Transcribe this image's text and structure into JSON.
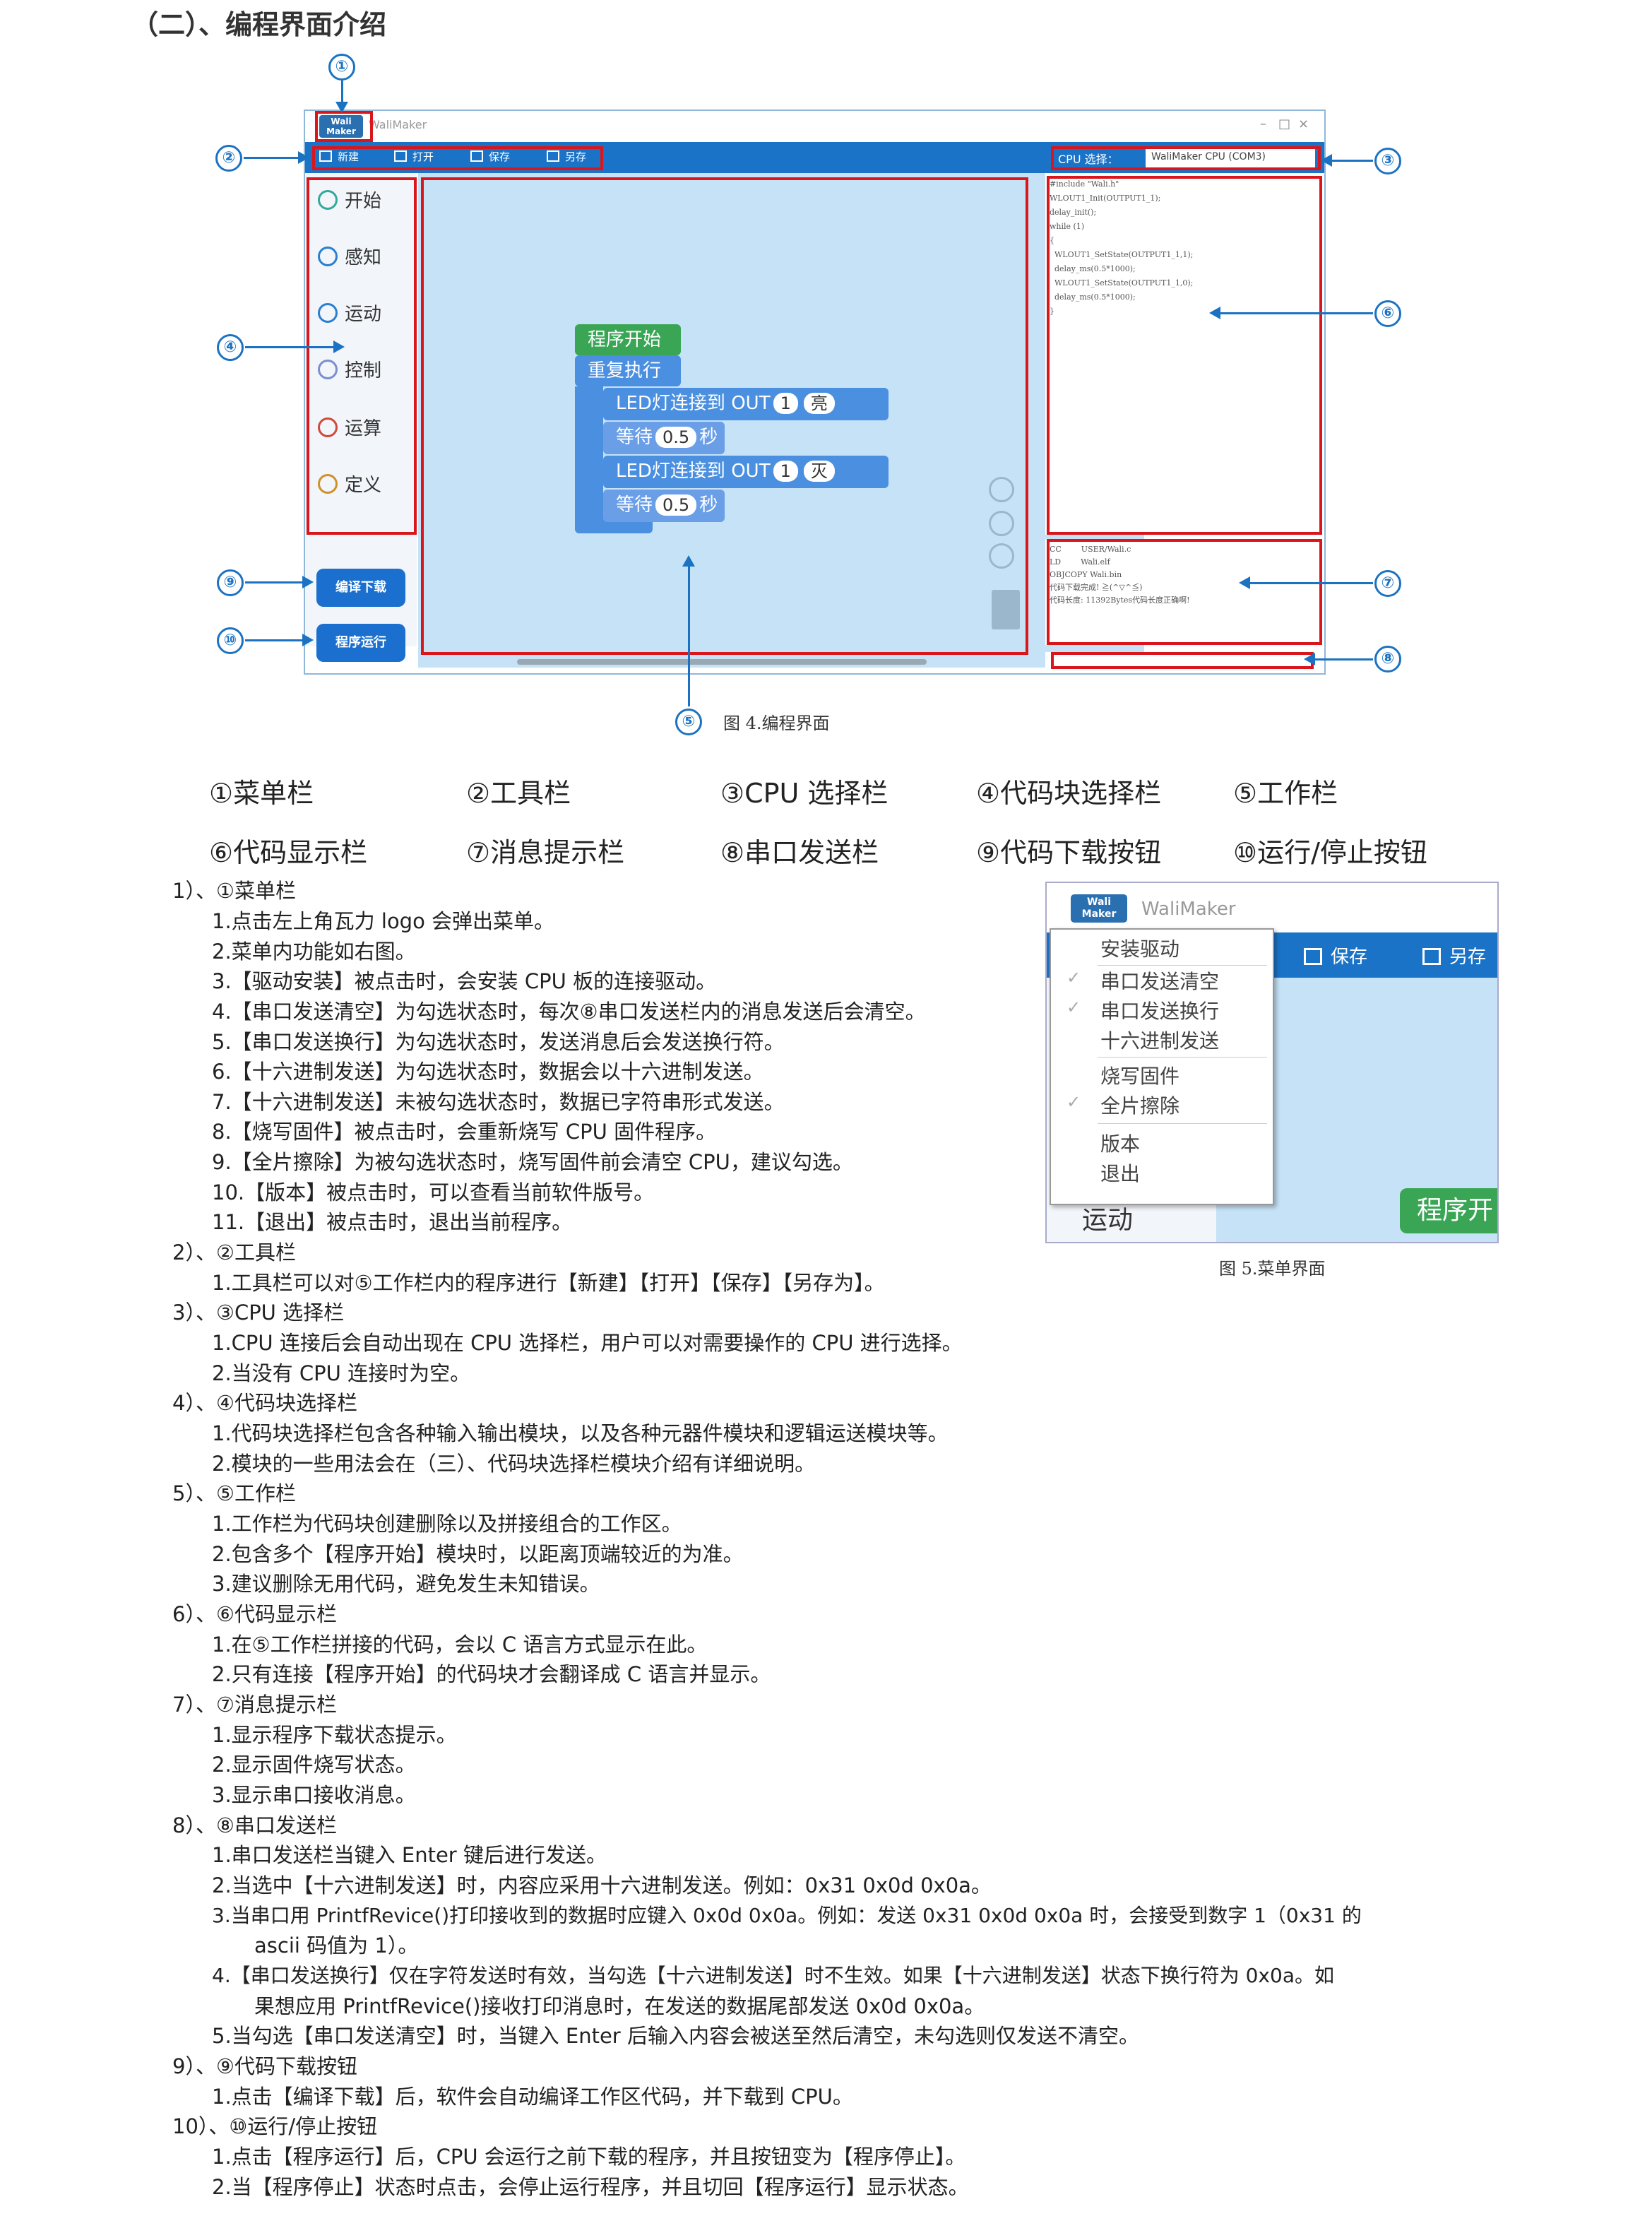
{
  "heading": "（二）、编程界面介绍",
  "figure4": {
    "app_title": "WaliMaker",
    "logo_text": "Wali Maker",
    "window_controls": [
      "–",
      "□",
      "×"
    ],
    "toolbar": [
      "新建",
      "打开",
      "保存",
      "另存"
    ],
    "cpu_label": "CPU 选择：",
    "cpu_value": "WaliMaker CPU (COM3)",
    "sidebar": [
      "开始",
      "感知",
      "运动",
      "控制",
      "运算",
      "定义"
    ],
    "buttons": [
      "编译下载",
      "程序运行"
    ],
    "blocks": {
      "start": "程序开始",
      "repeat": "重复执行",
      "led_prefix": "LED灯连接到 OUT",
      "led_port": "1",
      "on": "亮",
      "off": "灭",
      "wait": "等待",
      "wait_value": "0.5",
      "wait_unit": "秒"
    },
    "code_text": "#include \"Wali.h\"\nWLOUT1_Init(OUTPUT1_1);\ndelay_init();\nwhile (1)\n{\n  WLOUT1_SetState(OUTPUT1_1,1);\n  delay_ms(0.5*1000);\n  WLOUT1_SetState(OUTPUT1_1,0);\n  delay_ms(0.5*1000);\n}",
    "message_text": "CC        USER/Wali.c\nLD        Wali.elf\nOBJCOPY Wali.bin\n代码下载完成! ≧(^▽^≦)\n代码长度: 11392Bytes代码长度正确啊!",
    "markers": [
      "①",
      "②",
      "③",
      "④",
      "⑤",
      "⑥",
      "⑦",
      "⑧",
      "⑨",
      "⑩"
    ],
    "caption": "图 4.编程界面"
  },
  "legend": [
    "①菜单栏",
    "②工具栏",
    "③CPU 选择栏",
    "④代码块选择栏",
    "⑤工作栏",
    "⑥代码显示栏",
    "⑦消息提示栏",
    "⑧串口发送栏",
    "⑨代码下载按钮",
    "⑩运行/停止按钮"
  ],
  "figure5": {
    "app_title": "WaliMaker",
    "logo_text": "Wali Maker",
    "toolbar": [
      "保存",
      "另存"
    ],
    "menu_items": [
      "安装驱动",
      "串口发送清空",
      "串口发送换行",
      "十六进制发送",
      "烧写固件",
      "全片擦除",
      "版本",
      "退出"
    ],
    "checkmark": "✓",
    "sidebar_item": "运动",
    "block": "程序开",
    "caption": "图 5.菜单界面"
  },
  "text_lines": [
    "1）、①菜单栏",
    "1.点击左上角瓦力 logo 会弹出菜单。",
    "2.菜单内功能如右图。",
    "3.【驱动安装】被点击时，会安装 CPU 板的连接驱动。",
    "4.【串口发送清空】为勾选状态时，每次⑧串口发送栏内的消息发送后会清空。",
    "5.【串口发送换行】为勾选状态时，发送消息后会发送换行符。",
    "6.【十六进制发送】为勾选状态时，数据会以十六进制发送。",
    "7.【十六进制发送】未被勾选状态时，数据已字符串形式发送。",
    "8.【烧写固件】被点击时，会重新烧写 CPU 固件程序。",
    "9.【全片擦除】为被勾选状态时，烧写固件前会清空 CPU，建议勾选。",
    "10.【版本】被点击时，可以查看当前软件版号。",
    "11.【退出】被点击时，退出当前程序。",
    "2）、②工具栏",
    "1.工具栏可以对⑤工作栏内的程序进行【新建】【打开】【保存】【另存为】。",
    "3）、③CPU 选择栏",
    "1.CPU 连接后会自动出现在 CPU 选择栏，用户可以对需要操作的 CPU 进行选择。",
    "2.当没有 CPU 连接时为空。",
    "4）、④代码块选择栏",
    "1.代码块选择栏包含各种输入输出模块，以及各种元器件模块和逻辑运送模块等。",
    "2.模块的一些用法会在（三）、代码块选择栏模块介绍有详细说明。",
    "5）、⑤工作栏",
    "1.工作栏为代码块创建删除以及拼接组合的工作区。",
    "2.包含多个【程序开始】模块时，以距离顶端较近的为准。",
    "3.建议删除无用代码，避免发生未知错误。",
    "6）、⑥代码显示栏",
    "1.在⑤工作栏拼接的代码，会以 C 语言方式显示在此。",
    "2.只有连接【程序开始】的代码块才会翻译成 C 语言并显示。",
    "7）、⑦消息提示栏",
    "1.显示程序下载状态提示。",
    "2.显示固件烧写状态。",
    "3.显示串口接收消息。",
    "8）、⑧串口发送栏",
    "1.串口发送栏当键入 Enter 键后进行发送。",
    "2.当选中【十六进制发送】时，内容应采用十六进制发送。例如：0x31 0x0d 0x0a。",
    "3.当串口用 PrintfRevice()打印接收到的数据时应键入 0x0d 0x0a。例如：发送 0x31 0x0d 0x0a 时，会接受到数字 1（0x31 的",
    "ascii 码值为 1）。",
    "4.【串口发送换行】仅在字符发送时有效，当勾选【十六进制发送】时不生效。如果【十六进制发送】状态下换行符为 0x0a。如",
    "果想应用 PrintfRevice()接收打印消息时，在发送的数据尾部发送 0x0d 0x0a。",
    "5.当勾选【串口发送清空】时，当键入 Enter 后输入内容会被送至然后清空，未勾选则仅发送不清空。",
    "9）、⑨代码下载按钮",
    "1.点击【编译下载】后，软件会自动编译工作区代码，并下载到 CPU。",
    "10）、⑩运行/停止按钮",
    "1.点击【程序运行】后，CPU 会运行之前下载的程序，并且按钮变为【程序停止】。",
    "2.当【程序停止】状态时点击，会停止运行程序，并且切回【程序运行】显示状态。"
  ]
}
